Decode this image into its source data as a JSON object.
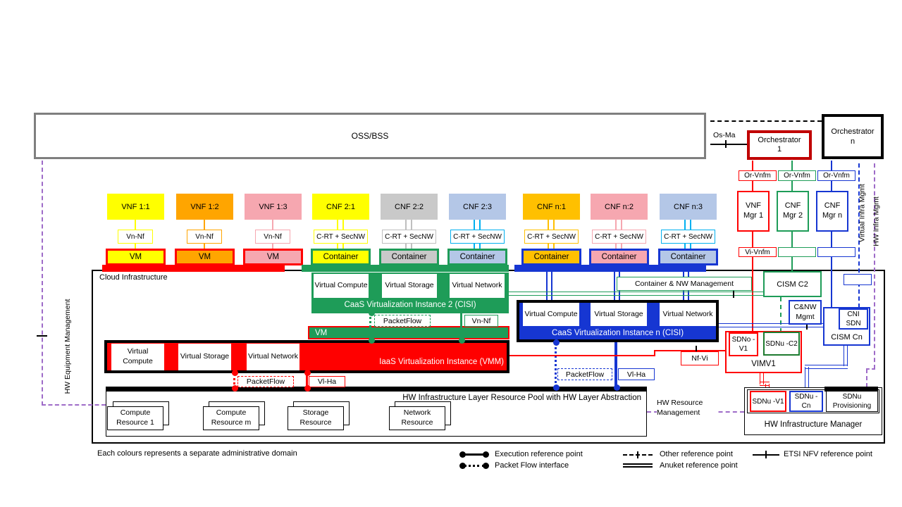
{
  "colors": {
    "red": "#FF0000",
    "dark_red": "#C00000",
    "green": "#1E9C58",
    "dark_green": "#1E7A2F",
    "blue": "#1636D2",
    "light_blue": "#B4C7E7",
    "cyan": "#00B0F0",
    "yellow": "#FFFF00",
    "orange": "#FFA500",
    "gold": "#FFC000",
    "pink": "#F6A7B0",
    "gray": "#C9C9C9",
    "gray_line": "#BFBFBF",
    "purple": "#9E6BC8",
    "frame_gray": "#7F7F7F"
  },
  "top": {
    "oss_bss": "OSS/BSS",
    "os_ma": "Os-Ma",
    "orchestrator1": {
      "line1": "Orchestrator",
      "line2": "1"
    },
    "orchestrator_n": {
      "line1": "Orchestrator",
      "line2": "n"
    },
    "or_vnfm": "Or-Vnfm",
    "vi_vnfm": "Vi-Vnfm",
    "managers": [
      "VNF Mgr 1",
      "CNF Mgr 2",
      "CNF Mgr n"
    ]
  },
  "side_labels": {
    "hw_equipment": "HW Equipment Management",
    "virtual_infra": "Virtual Infra Mgmt",
    "hw_infra": "HW Infra Mgmt"
  },
  "nf_columns": [
    {
      "label": "VNF 1:1",
      "connector": "Vn-Nf",
      "runtime": "VM",
      "fill": "yellow",
      "line": "yellow",
      "double": false,
      "runtime_border": "red"
    },
    {
      "label": "VNF 1:2",
      "connector": "Vn-Nf",
      "runtime": "VM",
      "fill": "orange",
      "line": "orange",
      "double": false,
      "runtime_border": "red"
    },
    {
      "label": "VNF 1:3",
      "connector": "Vn-Nf",
      "runtime": "VM",
      "fill": "pink",
      "line": "pink",
      "double": false,
      "runtime_border": "red"
    },
    {
      "label": "CNF 2:1",
      "connector": "C-RT + SecNW",
      "runtime": "Container",
      "fill": "yellow",
      "line": "yellow",
      "double": true,
      "runtime_border": "green"
    },
    {
      "label": "CNF 2:2",
      "connector": "C-RT + SecNW",
      "runtime": "Container",
      "fill": "gray",
      "line": "gray_line",
      "double": true,
      "runtime_border": "green"
    },
    {
      "label": "CNF 2:3",
      "connector": "C-RT + SecNW",
      "runtime": "Container",
      "fill": "light_blue",
      "line": "cyan",
      "double": true,
      "runtime_border": "green"
    },
    {
      "label": "CNF n:1",
      "connector": "C-RT + SecNW",
      "runtime": "Container",
      "fill": "gold",
      "line": "gold",
      "double": true,
      "runtime_border": "blue",
      "drop": true
    },
    {
      "label": "CNF n:2",
      "connector": "C-RT + SecNW",
      "runtime": "Container",
      "fill": "pink",
      "line": "pink",
      "double": true,
      "runtime_border": "blue",
      "drop": true
    },
    {
      "label": "CNF n:3",
      "connector": "C-RT + SecNW",
      "runtime": "Container",
      "fill": "light_blue",
      "line": "cyan",
      "double": true,
      "runtime_border": "blue",
      "drop": true
    }
  ],
  "cloud": {
    "label": "Cloud Infrastructure",
    "components": [
      "Virtual Compute",
      "Virtual Storage",
      "Virtual Network"
    ],
    "caas2_title": "CaaS Virtualization Instance 2 (CISI)",
    "caas_n_title": "CaaS Virtualization Instance n (CISI)",
    "vm_bar": "VM",
    "iaas_title": "IaaS Virtualization Instance (VMM)",
    "packetflow": "PacketFlow",
    "vn_nf": "Vn-Nf",
    "vl_ha": "Vl-Ha"
  },
  "hw_pool": {
    "title": "HW Infrastructure Layer Resource Pool with HW Layer Abstraction",
    "resources": [
      "Compute Resource 1",
      "Compute Resource m",
      "Storage Resource",
      "Network Resource"
    ]
  },
  "right": {
    "container_nw_mgmt": "Container & NW Management",
    "cism_c2": "CISM C2",
    "cnw_mgmt": "C&NW Mgmt",
    "cni_sdn": "CNI SDN",
    "cism_cn": "CISM Cn",
    "nf_vi": "Nf-Vi",
    "sdno_v1": "SDNo -V1",
    "sdnu_c2": "SDNu -C2",
    "vimv1": "VIMV1",
    "sdnu_v1": "SDNu -V1",
    "sdnu_cn": "SDNu -Cn",
    "sdnu_prov": "SDNu Provisioning",
    "hw_infra_manager": "HW Infrastructure Manager",
    "hw_resource_mgmt": "HW Resource Management"
  },
  "legend": {
    "execution": "Execution reference point",
    "packet_flow": "Packet Flow interface",
    "other": "Other reference point",
    "anuket": "Anuket reference point",
    "etsi": "ETSI NFV reference point"
  },
  "footnote": "Each colours represents a separate administrative domain"
}
